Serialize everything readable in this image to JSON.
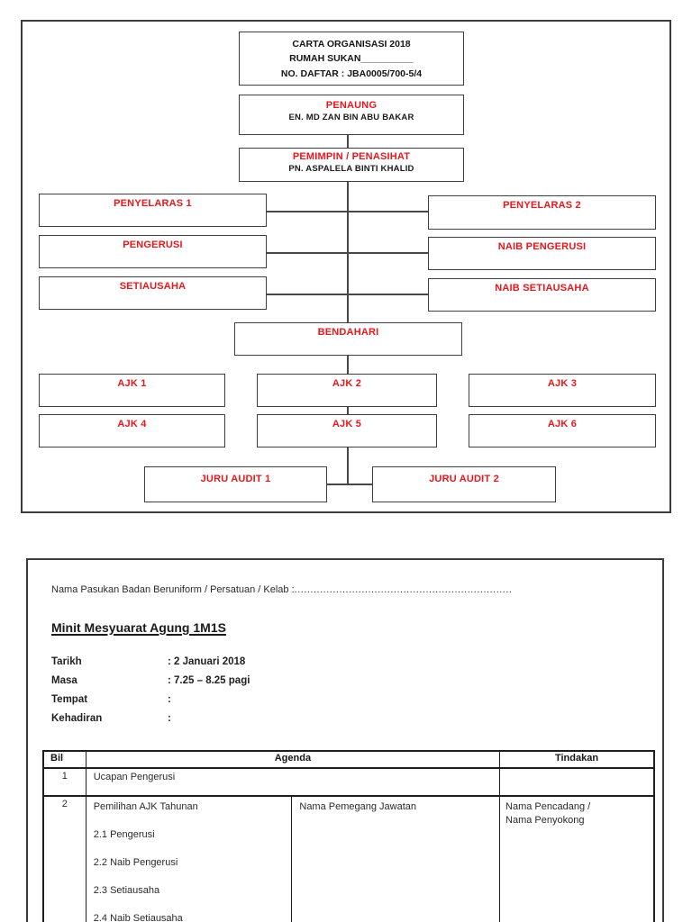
{
  "palette": {
    "accent_red": "#e8171d",
    "page_border": "#3c3c3c",
    "table_border": "#1e1e1e",
    "text_black": "#1b1b1b"
  },
  "page1": {
    "title_box": {
      "line1": "CARTA ORGANISASI 2018",
      "line2": "RUMAH SUKAN__________",
      "line3": "NO. DAFTAR : JBA0005/700-5/4"
    },
    "nodes": {
      "penaung_title": "PENAUNG",
      "penaung_name": "EN. MD ZAN BIN ABU BAKAR",
      "pemimpin_title": "PEMIMPIN / PENASIHAT",
      "pemimpin_name": "PN. ASPALELA BINTI KHALID",
      "penyelaras1": "PENYELARAS 1",
      "penyelaras2": "PENYELARAS 2",
      "pengerusi": "PENGERUSI",
      "naib_pengerusi": "NAIB PENGERUSI",
      "setiausaha": "SETIAUSAHA",
      "naib_setiausaha": "NAIB SETIAUSAHA",
      "bendahari": "BENDAHARI",
      "ajk1": "AJK 1",
      "ajk2": "AJK 2",
      "ajk3": "AJK 3",
      "ajk4": "AJK 4",
      "ajk5": "AJK 5",
      "ajk6": "AJK 6",
      "juru_audit1": "JURU AUDIT 1",
      "juru_audit2": "JURU AUDIT 2"
    }
  },
  "page2": {
    "team_name_label": "Nama Pasukan Badan Beruniform / Persatuan / Kelab :",
    "team_name_dots": "....................................................................",
    "heading": "Minit Mesyuarat Agung 1M1S",
    "info": [
      {
        "label": "Tarikh",
        "value": ": 2 Januari 2018"
      },
      {
        "label": "Masa",
        "value": ": 7.25 – 8.25 pagi"
      },
      {
        "label": "Tempat",
        "value": ":"
      },
      {
        "label": "Kehadiran",
        "value": ":"
      }
    ],
    "table": {
      "headers": {
        "bil": "Bil",
        "agenda": "Agenda",
        "tindakan": "Tindakan"
      },
      "row1": {
        "bil": "1",
        "agenda": "Ucapan Pengerusi",
        "tindakan": ""
      },
      "row2": {
        "bil": "2",
        "agenda_left_title": "Pemilihan AJK Tahunan",
        "agenda_left_items": [
          "2.1 Pengerusi",
          "2.2 Naib Pengerusi",
          "2.3 Setiausaha",
          "2.4 Naib Setiausaha"
        ],
        "agenda_right": "Nama Pemegang Jawatan",
        "tindakan_line1": "Nama Pencadang /",
        "tindakan_line2": "Nama Penyokong"
      }
    }
  }
}
